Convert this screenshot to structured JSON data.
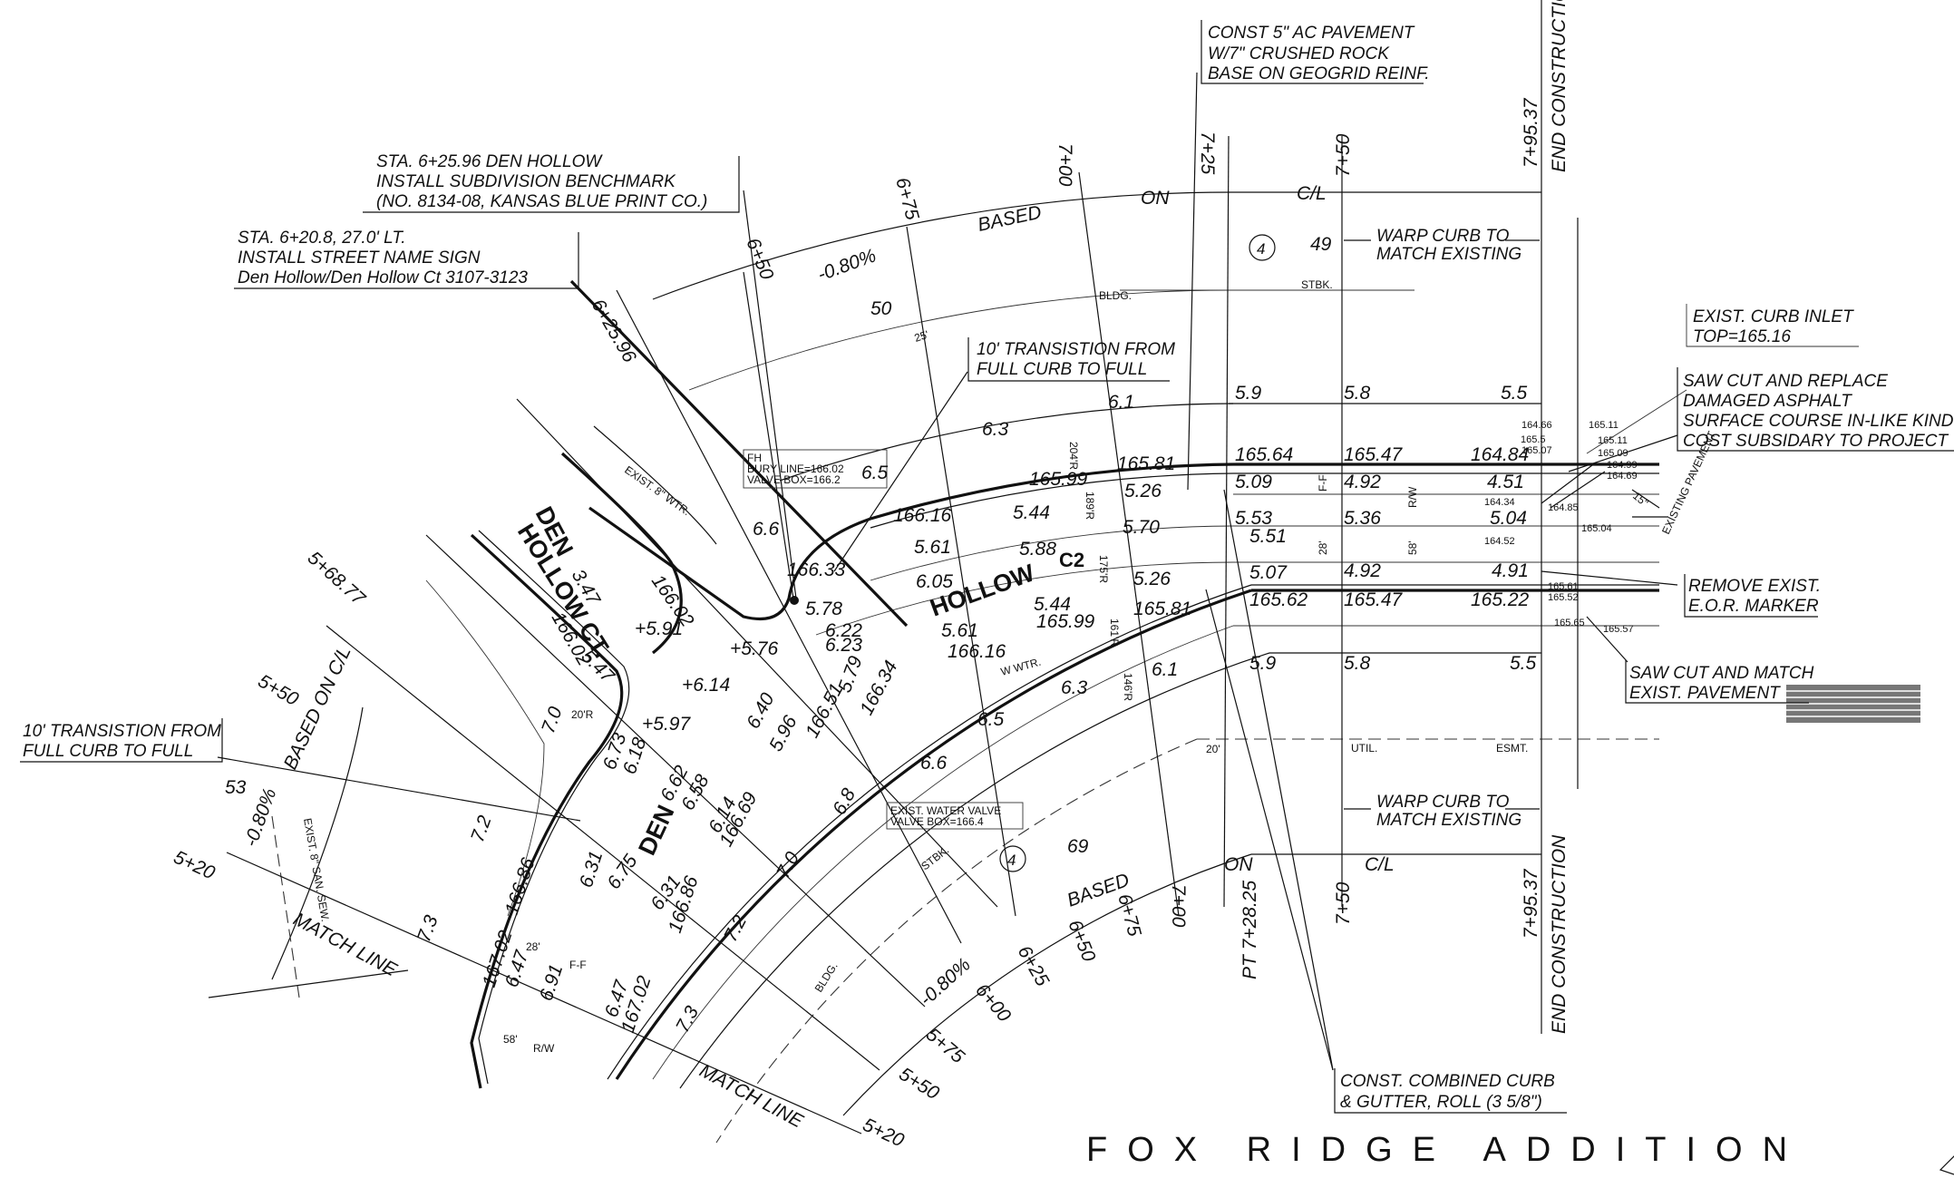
{
  "drawing": {
    "title": "FOX RIDGE ADDITION",
    "street_labels": [
      "DEN",
      "HOLLOW CT.",
      "HOLLOW",
      "DEN",
      "C2"
    ],
    "callouts": {
      "pavement": [
        "CONST 5\" AC PAVEMENT",
        "W/7\" CRUSHED ROCK",
        "BASE ON GEOGRID REINF."
      ],
      "benchmark": [
        "STA. 6+25.96 DEN HOLLOW",
        "INSTALL SUBDIVISION BENCHMARK",
        "(NO. 8134-08, KANSAS BLUE PRINT CO.)"
      ],
      "street_sign": [
        "STA. 6+20.8, 27.0' LT.",
        "INSTALL STREET NAME SIGN",
        "Den Hollow/Den Hollow Ct 3107-3123"
      ],
      "transition_upper": [
        "10' TRANSISTION FROM",
        "FULL CURB TO FULL"
      ],
      "transition_left": [
        "10' TRANSISTION FROM",
        "FULL CURB TO FULL"
      ],
      "curb_inlet": [
        "EXIST. CURB INLET",
        "TOP=165.16"
      ],
      "saw_cut_replace": [
        "SAW CUT AND REPLACE",
        "DAMAGED ASPHALT",
        "SURFACE COURSE IN-LIKE KIND",
        "COST SUBSIDARY TO PROJECT"
      ],
      "remove_marker": [
        "REMOVE EXIST.",
        "E.O.R. MARKER"
      ],
      "saw_cut_match": [
        "SAW CUT AND MATCH",
        "EXIST. PAVEMENT"
      ],
      "warp_top": [
        "WARP CURB TO",
        "MATCH EXISTING"
      ],
      "warp_bottom": [
        "WARP CURB TO",
        "MATCH EXISTING"
      ],
      "combined_curb": [
        "CONST. COMBINED CURB",
        "& GUTTER, ROLL (3 5/8\")"
      ],
      "fire_hydrant": [
        "FH",
        "BURY LINE=166.02",
        "VALVE BOX=166.2"
      ],
      "water_valve": [
        "EXIST. WATER VALVE",
        "VALVE BOX=166.4"
      ]
    },
    "stations": {
      "end_top": "7+95.37",
      "end_bottom": "7+95.37",
      "end_construction": "END CONSTRUCTION",
      "s750_top": "7+50",
      "s725": "7+25",
      "s700_top": "7+00",
      "s675_top": "6+75",
      "s650_top": "6+50",
      "s62596": "6+25.96",
      "s56877": "5+68.77",
      "s550_left": "5+50",
      "s520_left": "5+20",
      "s750_bottom": "7+50",
      "pt": "PT 7+28.25",
      "s700_bottom": "7+00",
      "s675_bottom": "6+75",
      "s650_bottom": "6+50",
      "s625_bottom": "6+25",
      "s600_bottom": "6+00",
      "s575_bottom": "5+75",
      "s550_bottom": "5+50",
      "s520_bottom": "5+20"
    },
    "labels": {
      "cl": "C/L",
      "based": "BASED",
      "on": "ON",
      "grade": "-0.80%",
      "grade_left": "-0.80%",
      "based_on_cl_left": "BASED ON C/L",
      "match_line": "MATCH LINE",
      "lot_49": "49",
      "lot_50": "50",
      "lot_53": "53",
      "lot_69": "69",
      "block_4": "4",
      "bldg": "BLDG.",
      "stbk": "STBK.",
      "util": "UTIL.",
      "esmt": "ESMT.",
      "setback_25": "25'",
      "setback_20": "20'",
      "ff": "F-F",
      "rw": "R/W",
      "w28": "28'",
      "w58": "58'",
      "exist_wtr": "EXIST. 8\" WTR.",
      "wtr": "W WTR.",
      "exist_san": "EXIST. 8\" SAN. SEW.",
      "existing_pavement": "EXISTING PAVEMENT",
      "r204": "204'R",
      "r189": "189'R",
      "r175": "175'R",
      "r161": "161'R",
      "r146": "146'R",
      "r20": "20'R",
      "p15": "15\""
    },
    "elevations_top": {
      "row_59": [
        "5.9",
        "5.8",
        "5.5"
      ],
      "row_top": [
        "165.64",
        "165.47",
        "164.84"
      ],
      "row_a": [
        "5.09",
        "4.92",
        "4.51"
      ],
      "row_b": [
        "5.53",
        "5.36",
        "5.04"
      ],
      "row_c": [
        "5.51",
        "4.92",
        "4.91"
      ],
      "row_d": [
        "5.07",
        "165.47",
        "165.22"
      ],
      "row_e": [
        "165.62"
      ],
      "row_58": [
        "5.9",
        "5.8",
        "5.5"
      ]
    },
    "elevations_curve": [
      "6.1",
      "6.3",
      "6.5",
      "6.6",
      "165.81",
      "165.99",
      "166.16",
      "166.33",
      "5.26",
      "5.44",
      "5.61",
      "5.78",
      "5.70",
      "5.88",
      "6.05",
      "6.22",
      "5.26",
      "5.44",
      "5.61",
      "6.23",
      "165.81",
      "165.99",
      "166.16",
      "5.79",
      "6.1",
      "6.3",
      "6.5",
      "6.6",
      "166.34",
      "5.96",
      "166.51",
      "6.40",
      "6.14",
      "166.69",
      "6.58",
      "6.62",
      "6.8",
      "7.0",
      "7.2",
      "7.3",
      "166.86",
      "6.31",
      "167.02",
      "6.47",
      "6.91",
      "6.47",
      "166.86",
      "6.75",
      "6.31",
      "6.73",
      "6.18",
      "7.0",
      "7.2",
      "7.3",
      "167.02",
      "166.02",
      "5.47",
      "166.02",
      "3.47",
      "+5.91",
      "+5.76",
      "+6.14",
      "+5.97"
    ],
    "small_elev": [
      "164.66",
      "165.5",
      "165.07",
      "165.11",
      "165.09",
      "164.99",
      "164.69",
      "164.34",
      "164.85",
      "164.52",
      "165.04",
      "165.61",
      "165.52",
      "165.65",
      "165.57",
      "165.11"
    ]
  }
}
